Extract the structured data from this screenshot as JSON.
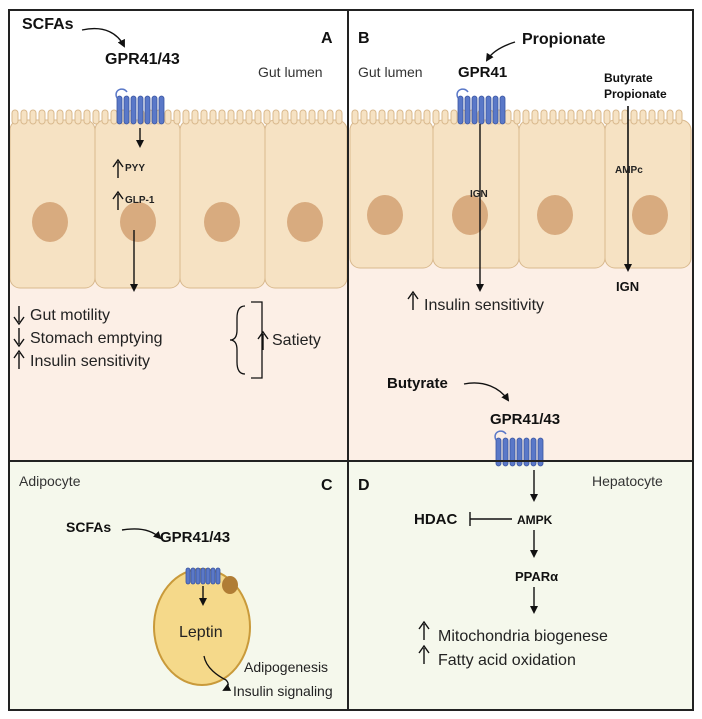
{
  "colors": {
    "cell_fill": "#f6e2c3",
    "cell_stroke": "#d9b98e",
    "nucleus": "#d8ab7f",
    "gut_bg": "#fcefe6",
    "bottom_bg": "#f5f8ec",
    "receptor": "#5a78c8",
    "adipocyte_fill": "#f5d98a"
  },
  "panel_a": {
    "letter": "A",
    "scfas": "SCFAs",
    "receptor": "GPR41/43",
    "region": "Gut lumen",
    "pyy": "PYY",
    "glp1": "GLP-1",
    "effects": [
      "Gut motility",
      "Stomach emptying",
      "Insulin sensitivity"
    ],
    "outcome": "Satiety"
  },
  "panel_b": {
    "letter": "B",
    "region": "Gut lumen",
    "propionate": "Propionate",
    "receptor": "GPR41",
    "ign_small": "IGN",
    "butyrate": "Butyrate",
    "propionate2": "Propionate",
    "ampc": "AMPc",
    "ign": "IGN",
    "insulin": "Insulin sensitivity"
  },
  "panel_c": {
    "letter": "C",
    "region": "Adipocyte",
    "scfas": "SCFAs",
    "receptor": "GPR41/43",
    "leptin": "Leptin",
    "adipogenesis": "Adipogenesis",
    "insulin_signaling": "Insulin signaling"
  },
  "panel_d": {
    "letter": "D",
    "region": "Hepatocyte",
    "butyrate": "Butyrate",
    "receptor": "GPR41/43",
    "hdac": "HDAC",
    "ampk": "AMPK",
    "ppar": "PPARα",
    "effects": [
      "Mitochondria biogenese",
      "Fatty acid oxidation"
    ]
  }
}
